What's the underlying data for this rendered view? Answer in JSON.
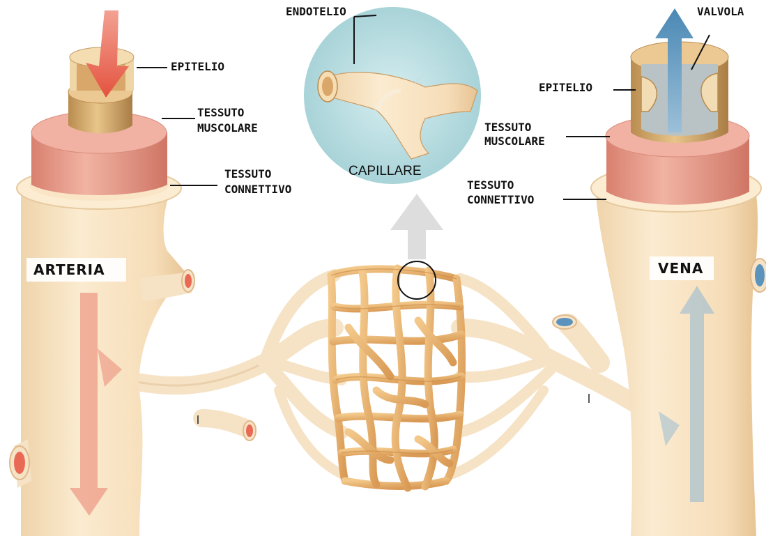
{
  "labels": {
    "artery_epithelium": "EPITELIO",
    "artery_muscle_1": "TESSUTO",
    "artery_muscle_2": "MUSCOLARE",
    "artery_connective_1": "TESSUTO",
    "artery_connective_2": "CONNETTIVO",
    "endothelium": "ENDOTELIO",
    "capillary": "CAPILLARE",
    "valve": "VALVOLA",
    "vein_epithelium": "EPITELIO",
    "vein_muscle_1": "TESSUTO",
    "vein_muscle_2": "MUSCOLARE",
    "vein_connective_1": "TESSUTO",
    "vein_connective_2": "CONNETTIVO",
    "artery": "ARTERIA",
    "vein": "VENA"
  },
  "colors": {
    "vessel_wall": "#f8e3c0",
    "vessel_shadow": "#e9c89e",
    "muscle": "#e79a8a",
    "epithelium": "#d9b27a",
    "capillary_bed": "#e6b06d",
    "artery_flow": "#e86a55",
    "vein_flow": "#6b9fc4",
    "capillary_circle": "#b9dfe3"
  }
}
